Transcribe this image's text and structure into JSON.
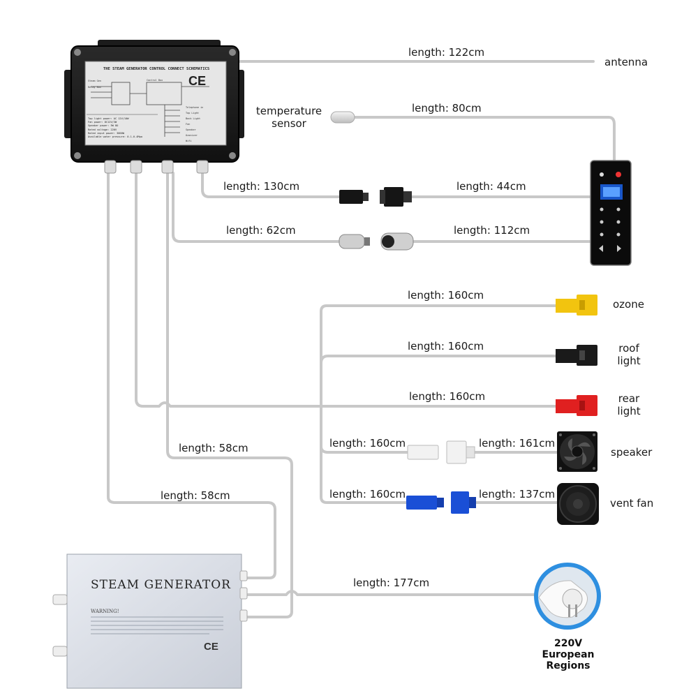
{
  "control_box": {
    "schematic_title": "THE STEAM GENERATOR CONTROL CONNECT SCHEMATICS",
    "ce_mark": "CE",
    "specs": [
      "Top light power: AC 12V/10W",
      "Fan power: DC12V/3W",
      "Speaker power: 5W 8Ω",
      "Rated voltage: 220V",
      "Rated input power: 3000W",
      "Available water pressure: 0.1-0.4Mpa"
    ],
    "schematic_labels": [
      "Steam Gen",
      "Relay Box",
      "Control Box",
      "Telephone in",
      "Top Light",
      "Back Light",
      "Fan",
      "Speaker",
      "Ozonizer",
      "Wifi"
    ]
  },
  "steam_generator": {
    "title": "STEAM GENERATOR",
    "warning": "WARNING!",
    "ce_mark": "CE"
  },
  "connections": {
    "antenna": {
      "label": "antenna",
      "length": "length: 122cm"
    },
    "temperature_sensor": {
      "label": "temperature\nsensor",
      "length": "length: 80cm"
    },
    "panel_link_1": {
      "length_left": "length: 130cm",
      "length_right": "length: 44cm"
    },
    "panel_link_2": {
      "length_left": "length: 62cm",
      "length_right": "length: 112cm"
    },
    "ozone": {
      "label": "ozone",
      "length": "length: 160cm"
    },
    "roof_light": {
      "label": "roof\nlight",
      "length": "length: 160cm"
    },
    "rear_light": {
      "label": "rear\nlight",
      "length": "length: 160cm"
    },
    "speaker": {
      "label": "speaker",
      "length_left": "length: 160cm",
      "length_right": "length: 161cm"
    },
    "vent_fan": {
      "label": "vent fan",
      "length_left": "length: 160cm",
      "length_right": "length: 137cm"
    },
    "gen_link_1": {
      "length": "length: 58cm"
    },
    "gen_link_2": {
      "length": "length: 58cm"
    },
    "power": {
      "length": "length: 177cm",
      "label": "220V\nEuropean\nRegions"
    }
  },
  "colors": {
    "wire": "#c8c8c8",
    "ozone_plug": "#f2c40f",
    "roof_plug": "#1a1a1a",
    "rear_plug": "#e02020",
    "speaker_plug": "#f2f2f2",
    "vent_plug": "#1a4fd6",
    "plug_circle": "#2e8fe0"
  },
  "icons": [
    "control-box-icon",
    "steam-generator-icon",
    "temperature-sensor-icon",
    "control-panel-icon",
    "fan-icon",
    "speaker-icon",
    "eu-plug-icon"
  ]
}
